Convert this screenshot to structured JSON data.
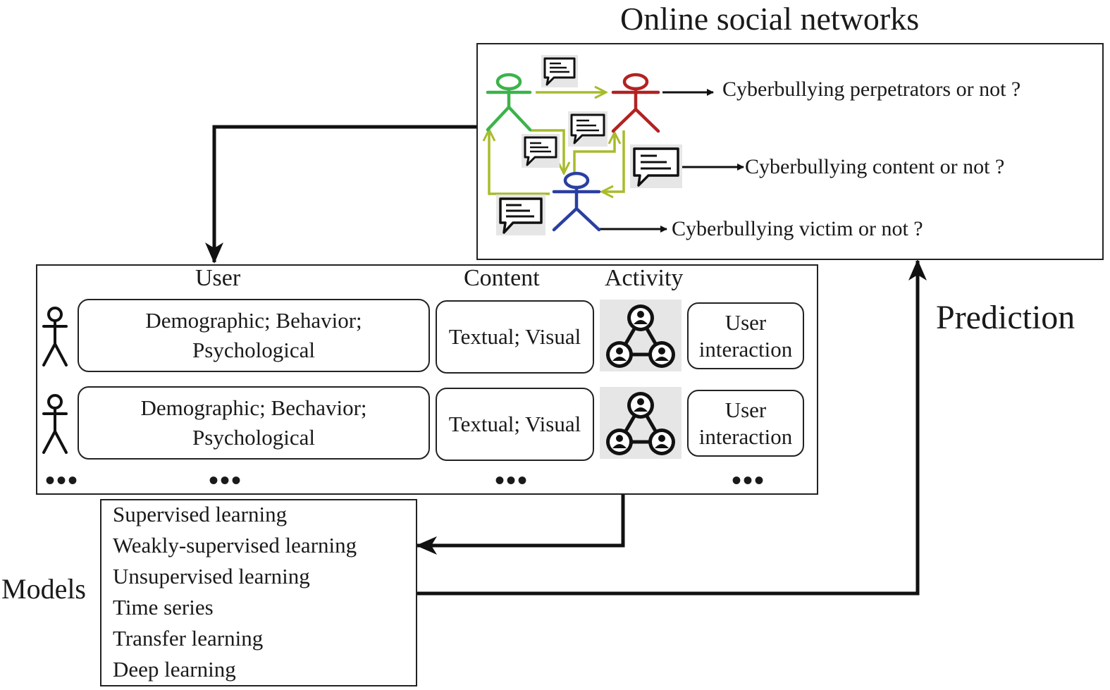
{
  "network": {
    "title": "Online social networks",
    "questions": {
      "perpetrator": "Cyberbullying perpetrators or not ?",
      "content": "Cyberbullying content or not ?",
      "victim": "Cyberbullying victim or not ?"
    },
    "colors": {
      "perpetrator": "#b22222",
      "user": "#3cb34a",
      "victim": "#2a3fa0",
      "message_arrow": "#a8bb2c"
    }
  },
  "prediction_label": "Prediction",
  "features": {
    "headers": {
      "user": "User",
      "content": "Content",
      "activity": "Activity"
    },
    "rows": [
      {
        "user_line1": "Demographic; Behavior;",
        "user_line2": "Psychological",
        "content": "Textual; Visual",
        "interaction_line1": "User",
        "interaction_line2": "interaction"
      },
      {
        "user_line1": "Demographic; Bechavior;",
        "user_line2": "Psychological",
        "content": "Textual; Visual",
        "interaction_line1": "User",
        "interaction_line2": "interaction"
      }
    ],
    "ellipsis": "•••"
  },
  "models": {
    "label": "Models",
    "items": [
      "Supervised learning",
      "Weakly-supervised learning",
      "Unsupervised learning",
      "Time series",
      "Transfer learning",
      "Deep learning"
    ]
  },
  "icons": [
    "stick-figure-icon",
    "chat-bubble-icon",
    "user-network-icon"
  ]
}
